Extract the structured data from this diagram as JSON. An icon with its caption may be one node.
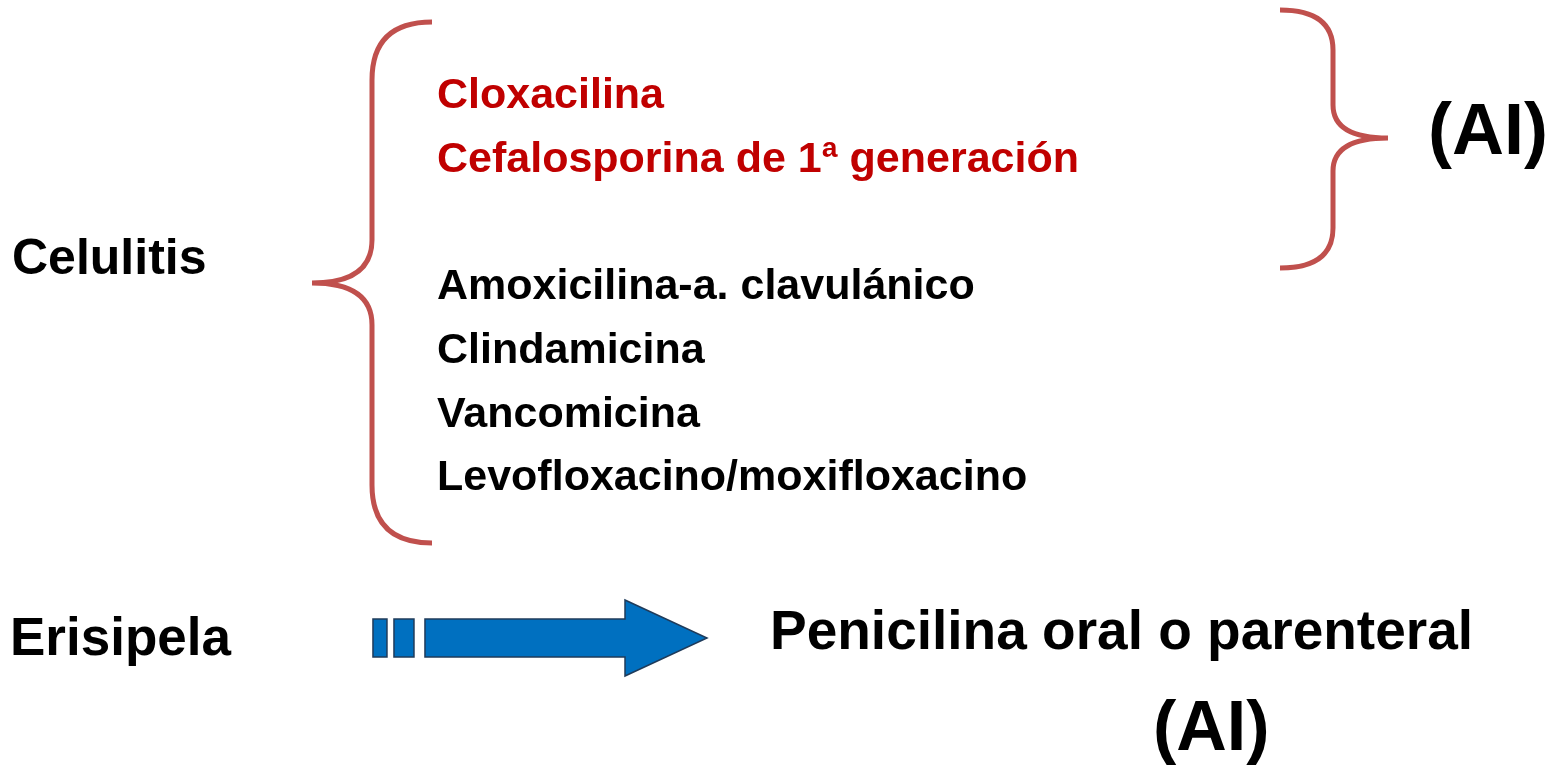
{
  "diagram": {
    "nodes": [
      {
        "text": [
          "Erisipela"
        ]
      },
      {
        "text": [
          "Penicilina oral o parenteral"
        ],
        "beside": [
          "(AI)"
        ]
      }
    ],
    "edges": [
      {
        "from": 0,
        "to": 1,
        "arrow": "to",
        "style": "thick",
        "color": "#0070c0"
      }
    ],
    "labels": [
      "Celulitis",
      "Cloxacilina",
      "Cefalosporina de 1ª generación",
      "(AI)",
      "Amoxicilina-a. clavulánico",
      "Clindamicina",
      "Vancomicina",
      "Levofloxacino/moxifloxacino"
    ]
  }
}
